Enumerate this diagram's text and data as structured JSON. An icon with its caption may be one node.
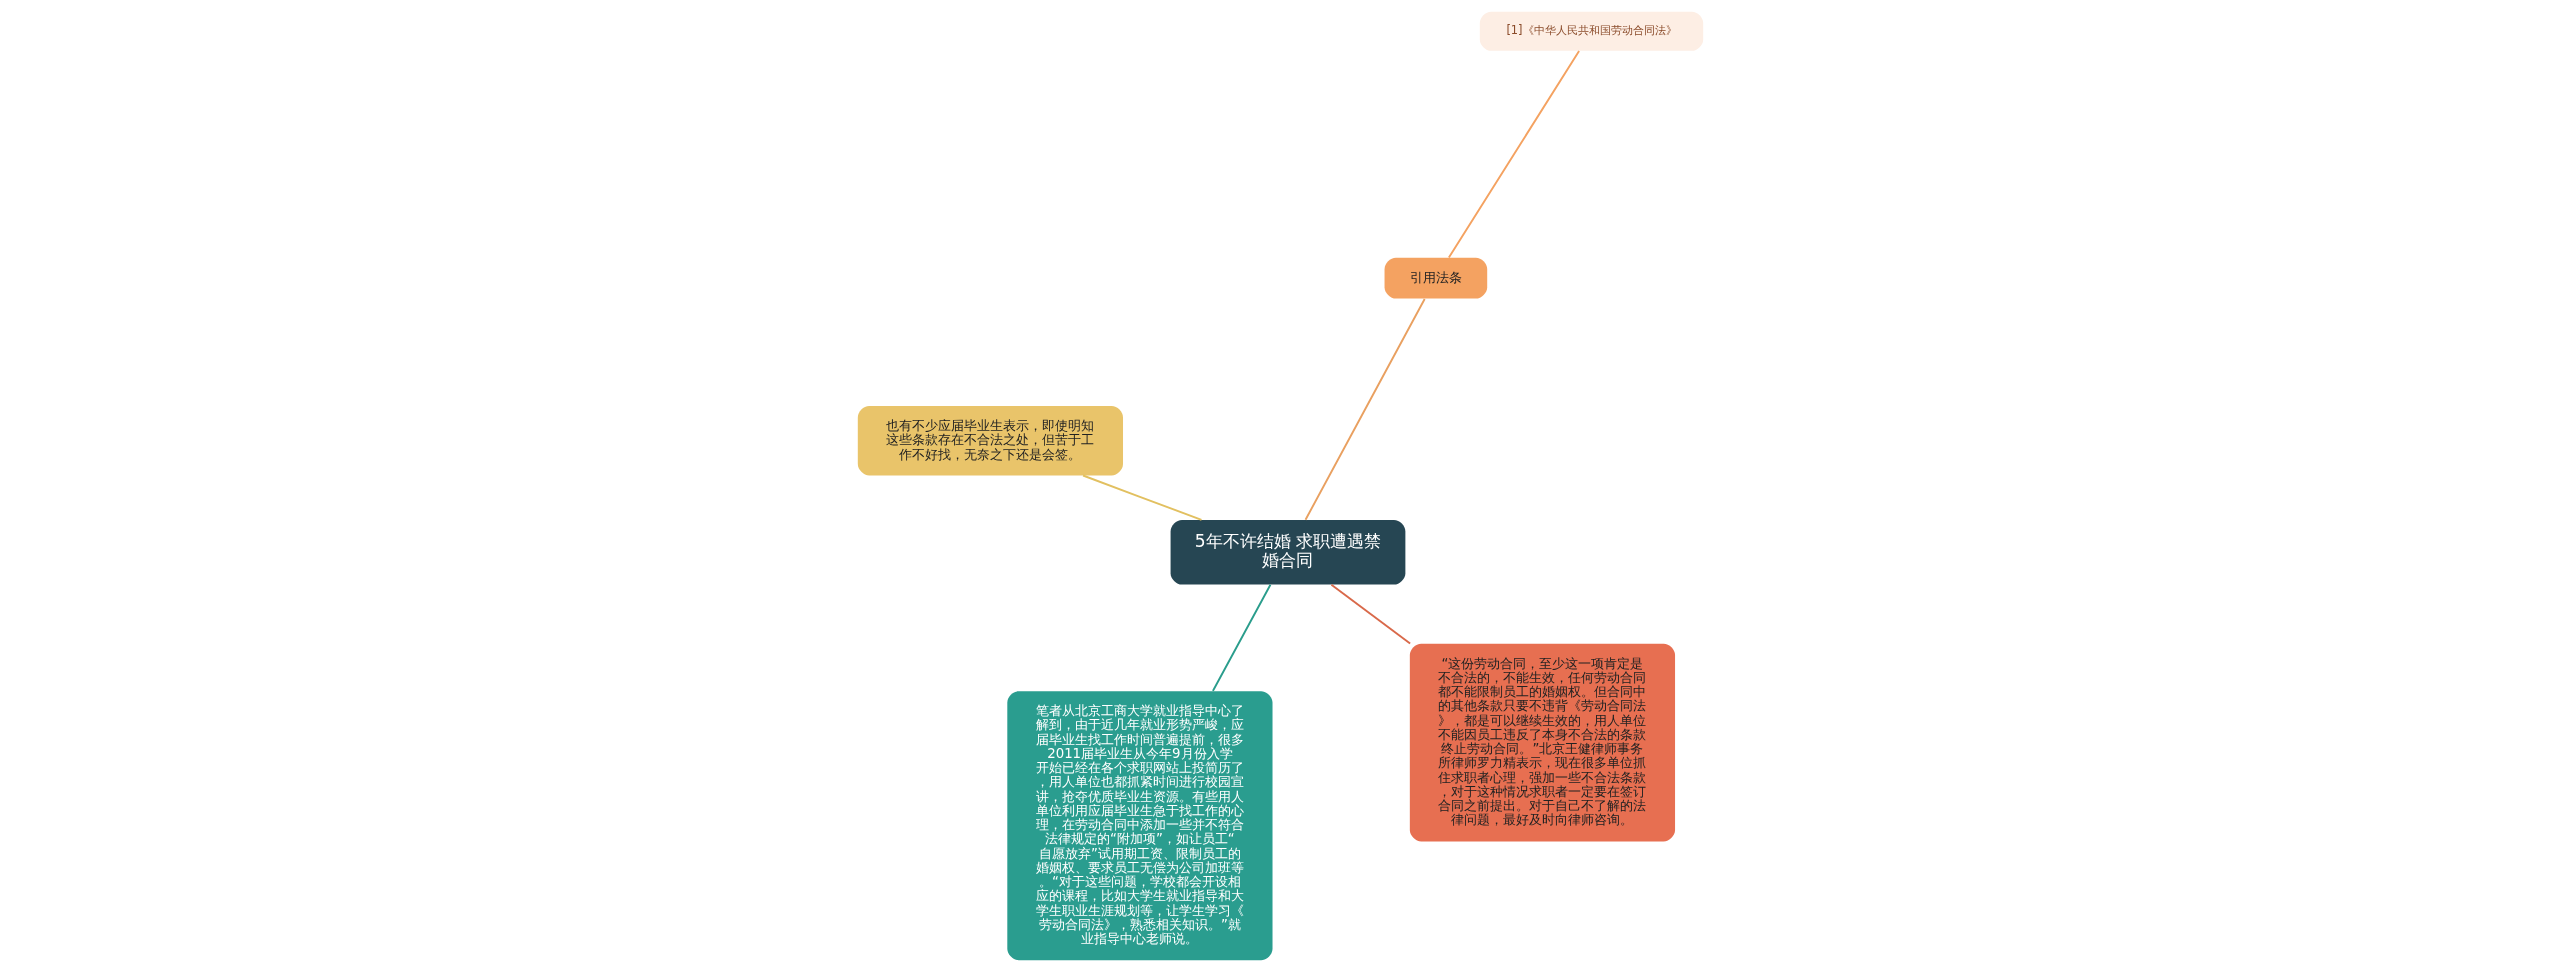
{
  "diagram": {
    "nodes": [
      {
        "text": [
          "5年不许结婚 求职遭遇禁婚合同"
        ]
      },
      {
        "text": [
          "“这份劳动合同，至少这一项肯定是不合法的，不能生效，任何劳动合同都不能限制员工的婚姻权。但合同中的其他条款只要不违背《劳动合同法》，都是可以继续生效的，用人单位不能因员工违反了本身不合法的条款终止劳动合同。”北京王健律师事务所律师罗力精表示，现在很多单位抓住求职者心理，强加一些不合法条款，对于这种情况求职者一定要在签订合同之前提出。对于自己不了解的法律问题，最好及时向律师咨询。"
        ]
      },
      {
        "text": [
          "笔者从北京工商大学就业指导中心了解到，由于近几年就业形势严峻，应届毕业生找工作时间普遍提前，很多2011届毕业生从今年9月份入学开始已经在各个求职网站上投简历了，用人单位也都抓紧时间进行校园宣讲，抢夺优质毕业生资源。有些用人单位利用应届毕业生急于找工作的心理，在劳动合同中添加一些并不符合法律规定的“附加项”，如让员工“自愿放弃”试用期工资、限制员工的婚姻权、要求员工无偿为公司加班等。“对于这些问题，学校都会开设相应的课程，比如大学生就业指导和大学生职业生涯规划等，让学生学习《劳动合同法》，熟悉相关知识。”就业指导中心老师说。"
        ]
      },
      {
        "text": [
          "引用法条"
        ]
      },
      {
        "text": [
          "[1]《中华人民共和国劳动合同法》"
        ]
      },
      {
        "text": [
          "也有不少应届毕业生表示，即使明知这些条款存在不合法之处，但苦于工作不好找，无奈之下还是会签。"
        ]
      }
    ],
    "edges": [
      {
        "from": 0,
        "to": 1,
        "arrow": "none",
        "color": "#d9694a"
      },
      {
        "from": 0,
        "to": 2,
        "arrow": "none",
        "color": "#2a9d8c"
      },
      {
        "from": 0,
        "to": 3,
        "arrow": "none",
        "color": "#e9a060"
      },
      {
        "from": 3,
        "to": 4,
        "arrow": "none",
        "color": "#f4a261"
      },
      {
        "from": 0,
        "to": 5,
        "arrow": "none",
        "color": "#e2c060"
      }
    ]
  }
}
